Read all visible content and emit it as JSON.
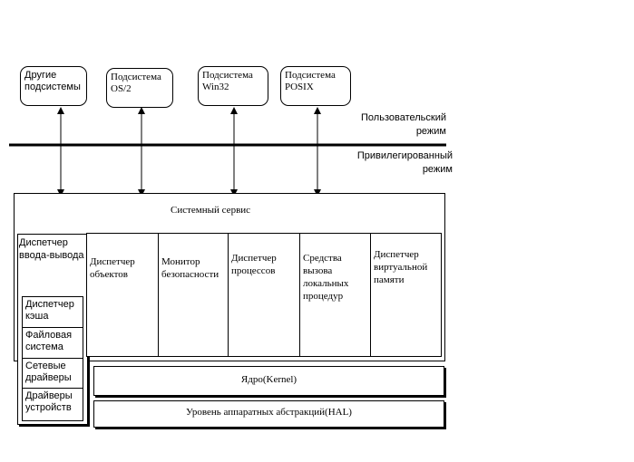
{
  "subsystems": [
    {
      "id": "other",
      "label": "Другие\nподсистемы"
    },
    {
      "id": "os2",
      "label": "Подсистема\nOS/2"
    },
    {
      "id": "win32",
      "label": "Подсистема\nWin32"
    },
    {
      "id": "posix",
      "label": "Подсистема\nPOSIX"
    }
  ],
  "modes": {
    "user": "Пользовательский\nрежим",
    "privileged": "Привилегированный\nрежим"
  },
  "system_service": "Системный сервис",
  "io_manager": {
    "label": "Диспетчер\nввода-вывода",
    "items": [
      "Диспетчер\nкэша",
      "Файловая\nсистема",
      "Сетевые\nдрайверы",
      "Драйверы\nустройств"
    ]
  },
  "components": [
    "Диспетчер\nобъектов",
    "Монитор\nбезопасности",
    "Диспетчер\nпроцессов",
    "Средства\nвызова\nлокальных\nпроцедур",
    "Диспетчер\nвиртуальной\nпамяти"
  ],
  "kernel": "Ядро(Kernel)",
  "hal": "Уровень аппаратных абстракций(HAL)"
}
